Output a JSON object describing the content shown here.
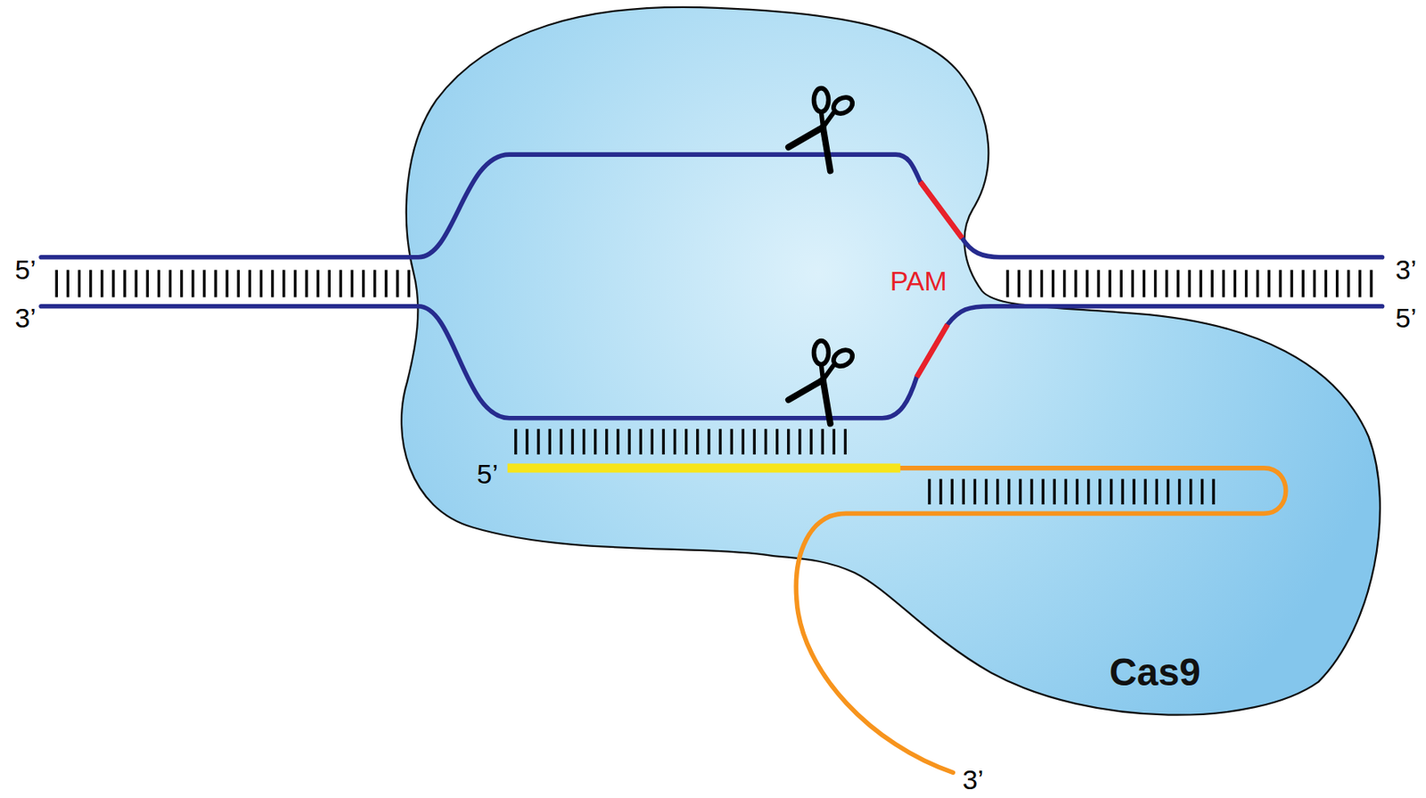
{
  "diagram": {
    "nodes": [
      {
        "text": [
          "Cas9"
        ]
      }
    ],
    "labels": [
      "5’",
      "3’",
      "PAM",
      "3’",
      "5’",
      "5’",
      "3’"
    ]
  }
}
